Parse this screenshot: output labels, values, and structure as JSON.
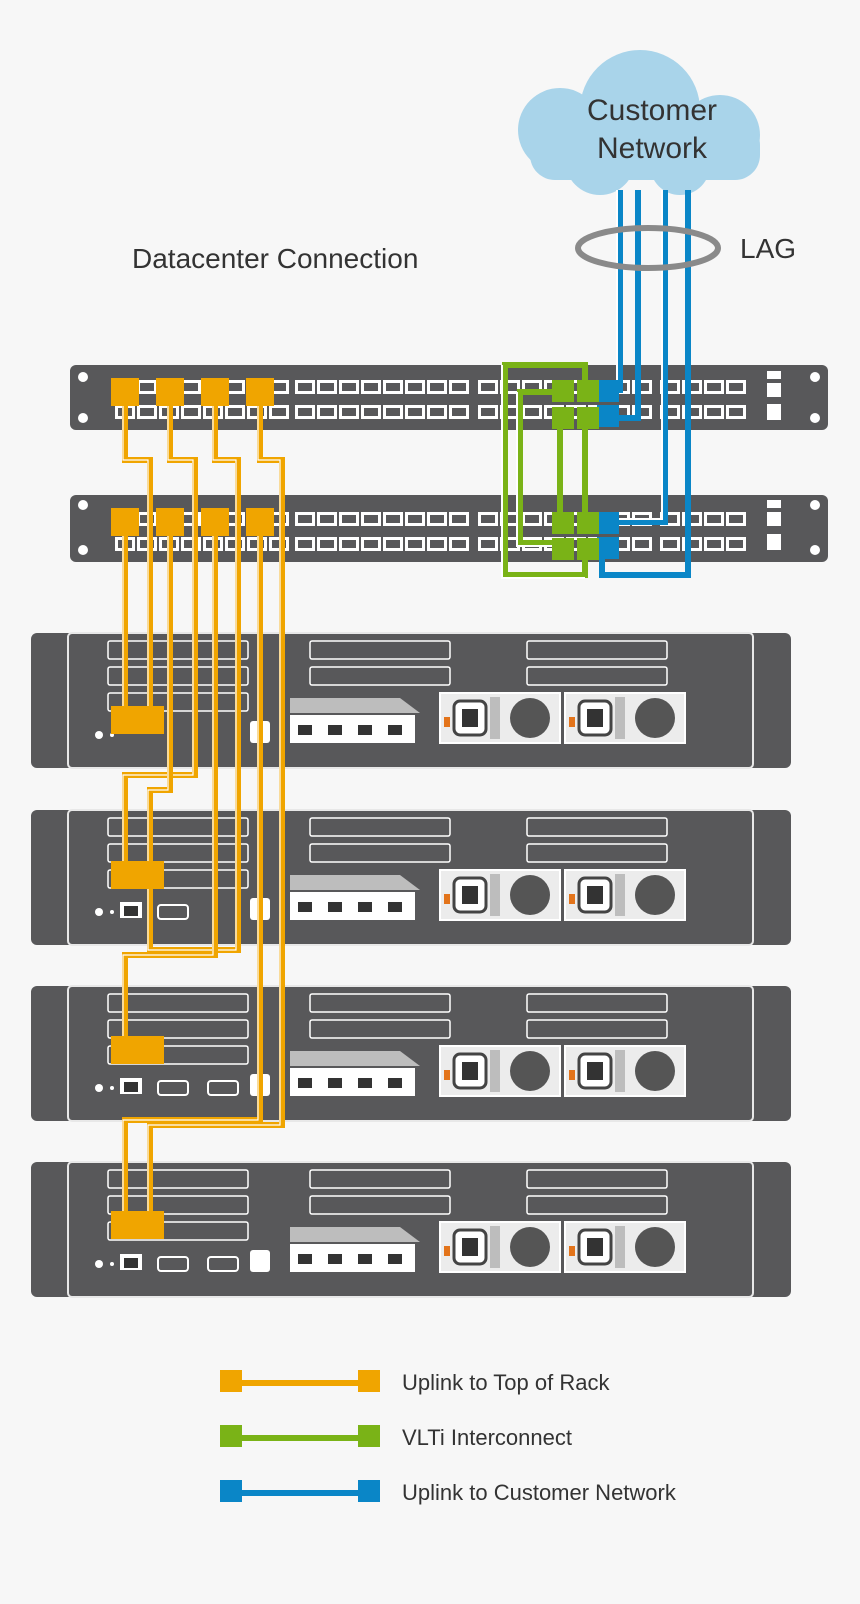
{
  "title": "Datacenter Connection",
  "cloud_label_line1": "Customer",
  "cloud_label_line2": "Network",
  "lag_label": "LAG",
  "colors": {
    "uplink_tor": "#f0a500",
    "vlti": "#7ab317",
    "uplink_customer": "#0a86c7",
    "chassis": "#58585a",
    "cloud": "#a9d4ea"
  },
  "legend": [
    {
      "label": "Uplink to Top of Rack",
      "color": "#f0a500"
    },
    {
      "label": "VLTi Interconnect",
      "color": "#7ab317"
    },
    {
      "label": "Uplink to Customer Network",
      "color": "#0a86c7"
    }
  ]
}
